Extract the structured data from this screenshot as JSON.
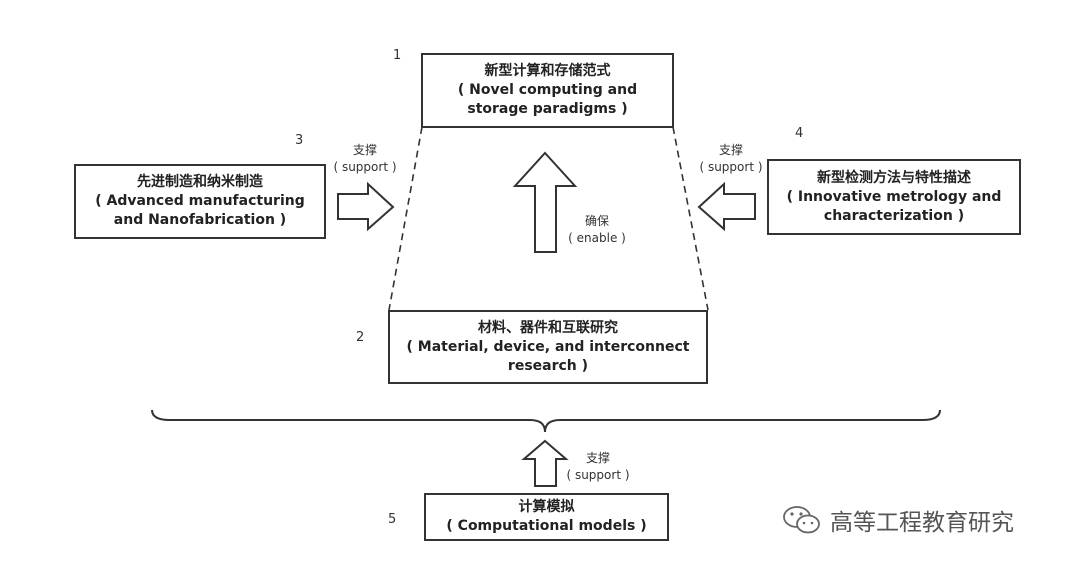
{
  "nodes": [
    {
      "id": "n1",
      "number": "1",
      "zh": "新型计算和存储范式",
      "en": "( Novel computing and\nstorage paradigms )"
    },
    {
      "id": "n2",
      "number": "2",
      "zh": "材料、器件和互联研究",
      "en": "( Material, device, and interconnect\nresearch )"
    },
    {
      "id": "n3",
      "number": "3",
      "zh": "先进制造和纳米制造",
      "en": "( Advanced manufacturing\nand Nanofabrication )"
    },
    {
      "id": "n4",
      "number": "4",
      "zh": "新型检测方法与特性描述",
      "en": "( Innovative metrology and\ncharacterization )"
    },
    {
      "id": "n5",
      "number": "5",
      "zh": "计算模拟",
      "en": "( Computational models )"
    }
  ],
  "edges": [
    {
      "from": "n3",
      "to": "trapezoid",
      "zh": "支撑",
      "en": "( support )"
    },
    {
      "from": "n4",
      "to": "trapezoid",
      "zh": "支撑",
      "en": "( support )"
    },
    {
      "from": "n2",
      "to": "n1",
      "zh": "确保",
      "en": "( enable )"
    },
    {
      "from": "n5",
      "to": "brace",
      "zh": "支撑",
      "en": "( support )"
    }
  ],
  "watermark": {
    "icon": "wechat-icon",
    "text": "高等工程教育研究"
  }
}
